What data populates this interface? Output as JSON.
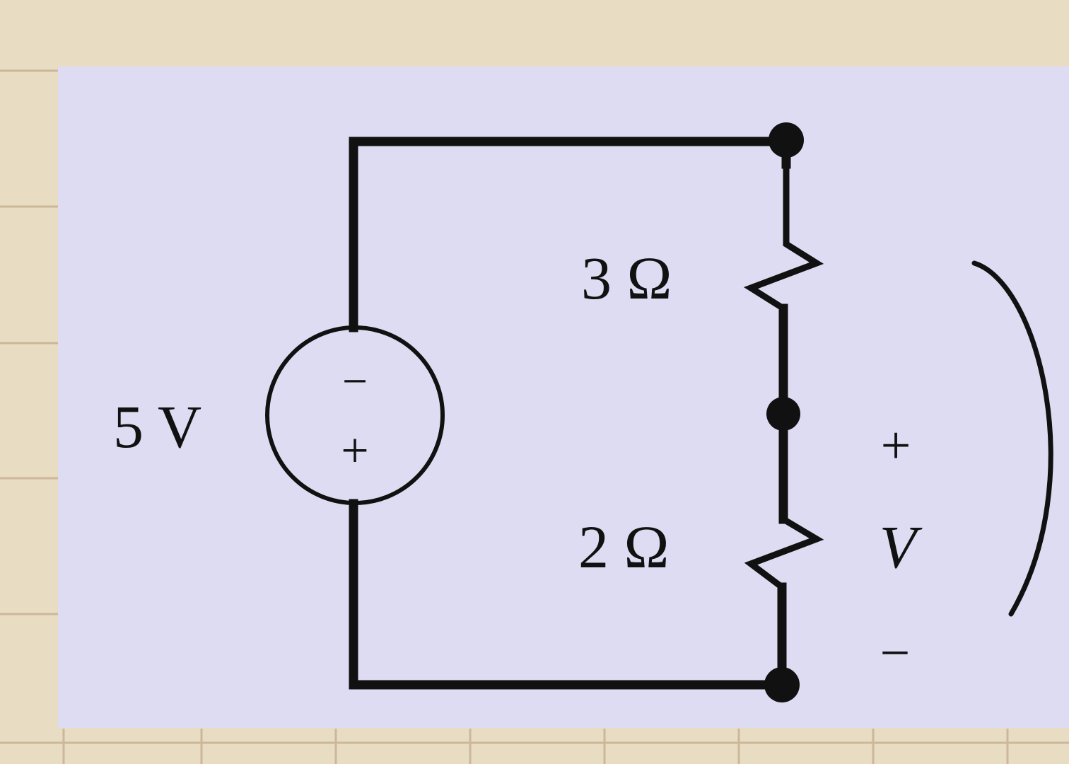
{
  "diagram": {
    "source_label": "5 V",
    "source_polarity_top": "−",
    "source_polarity_bottom": "+",
    "resistor_top_label": "3 Ω",
    "resistor_bottom_label": "2 Ω",
    "output_plus": "+",
    "output_variable": "V",
    "output_minus": "−"
  },
  "colors": {
    "paper": "#e8dcc3",
    "card": "#dedcf2",
    "wire": "#111111"
  }
}
